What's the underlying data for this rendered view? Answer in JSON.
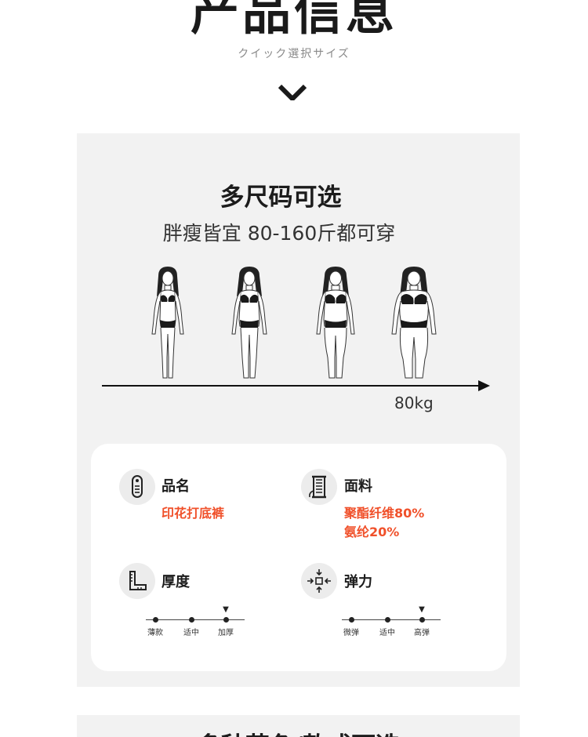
{
  "header": {
    "title": "产品信息",
    "subtitle": "クイック選択サイズ",
    "chevron_icon": "chevron-down-icon"
  },
  "size_section": {
    "title": "多尺码可选",
    "subtitle": "胖瘦皆宜 80-160斤都可穿",
    "axis_label": "80kg",
    "figures": [
      "slim-figure-icon",
      "medium-figure-icon",
      "full-figure-icon",
      "plus-figure-icon"
    ]
  },
  "info_card": {
    "name": {
      "label": "品名",
      "value": "印花打底裤",
      "icon": "tag-icon"
    },
    "fabric": {
      "label": "面料",
      "values": [
        "聚酯纤维80%",
        "氨纶20%"
      ],
      "icon": "fabric-roll-icon"
    },
    "thickness": {
      "label": "厚度",
      "icon": "ruler-icon",
      "options": [
        "薄款",
        "适中",
        "加厚"
      ],
      "selected_index": 2
    },
    "elasticity": {
      "label": "弹力",
      "icon": "stretch-icon",
      "options": [
        "微弹",
        "适中",
        "高弹"
      ],
      "selected_index": 2
    }
  },
  "next_section": {
    "title": "多种花色/款式可选"
  },
  "colors": {
    "accent": "#f0502a",
    "panel": "#f2f2f2",
    "card": "#ffffff",
    "text": "#1c1c1c"
  }
}
